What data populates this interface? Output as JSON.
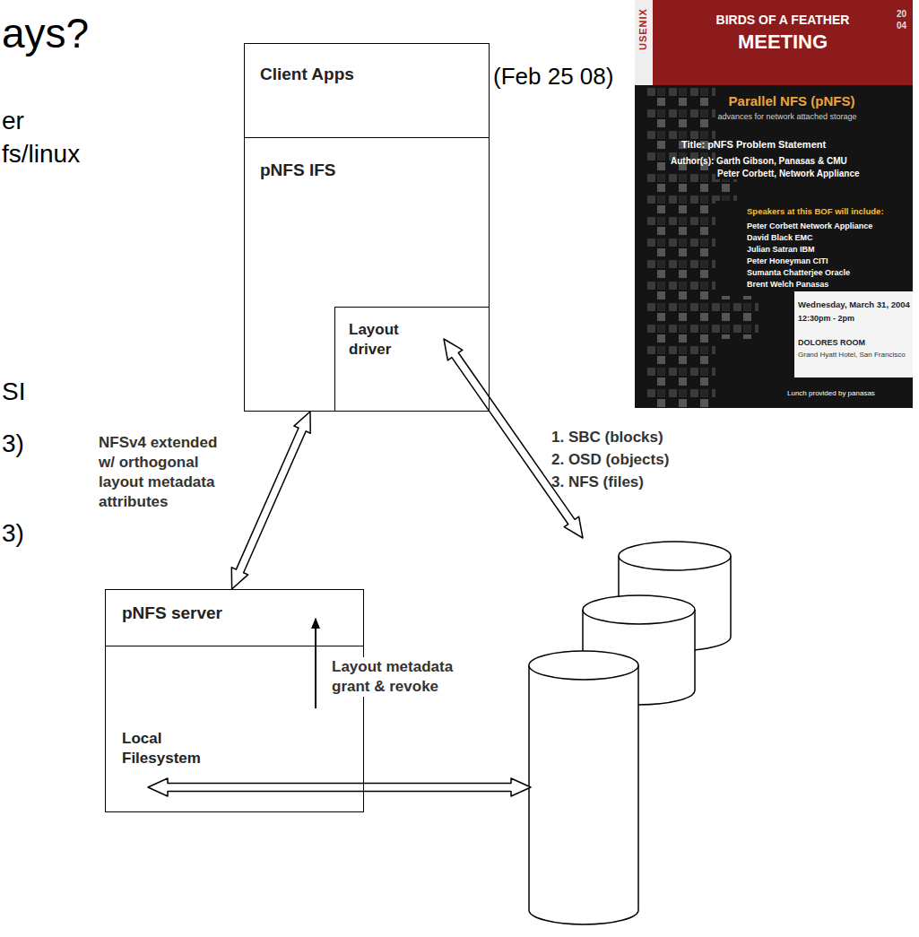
{
  "diagram": {
    "nodes": [
      {
        "text": [
          "Client Apps"
        ]
      },
      {
        "text": [
          "pNFS IFS"
        ]
      },
      {
        "text": [
          "Layout driver"
        ],
        "in": 1
      },
      {
        "text": [
          "pNFS server"
        ]
      },
      {
        "text": [
          "Local Filesystem"
        ]
      },
      {
        "text": [
          "USENIX",
          "BIRDS OF A FEATHER",
          "MEETING",
          "20",
          "04",
          "Parallel NFS (pNFS)",
          "advances for network attached storage",
          "Title: pNFS Problem Statement",
          "Author(s): Garth Gibson, Panasas & CMU",
          "Peter Corbett, Network Appliance",
          "Speakers at this BOF will include:",
          "Peter Corbett Network Appliance",
          "David Black EMC",
          "Julian Satran IBM",
          "Peter Honeyman CITI",
          "Sumanta Chatterjee Oracle",
          "Brent Welch Panasas",
          "Wednesday, March 31, 2004",
          "12:30pm - 2pm",
          "DOLORES ROOM",
          "Grand Hyatt Hotel, San Francisco",
          "Lunch provided by panasas"
        ]
      }
    ],
    "edges": [
      {
        "from": 1,
        "to": 3,
        "arrow": "both"
      }
    ],
    "labels": [
      "ays?",
      "(Feb 25 08)",
      "er",
      "fs/linux",
      "SI",
      "3)",
      "3)",
      "NFSv4 extended w/ orthogonal layout metadata attributes",
      "1. SBC (blocks)",
      "2. OSD (objects)",
      "3. NFS (files)",
      "Layout metadata grant & revoke"
    ]
  }
}
